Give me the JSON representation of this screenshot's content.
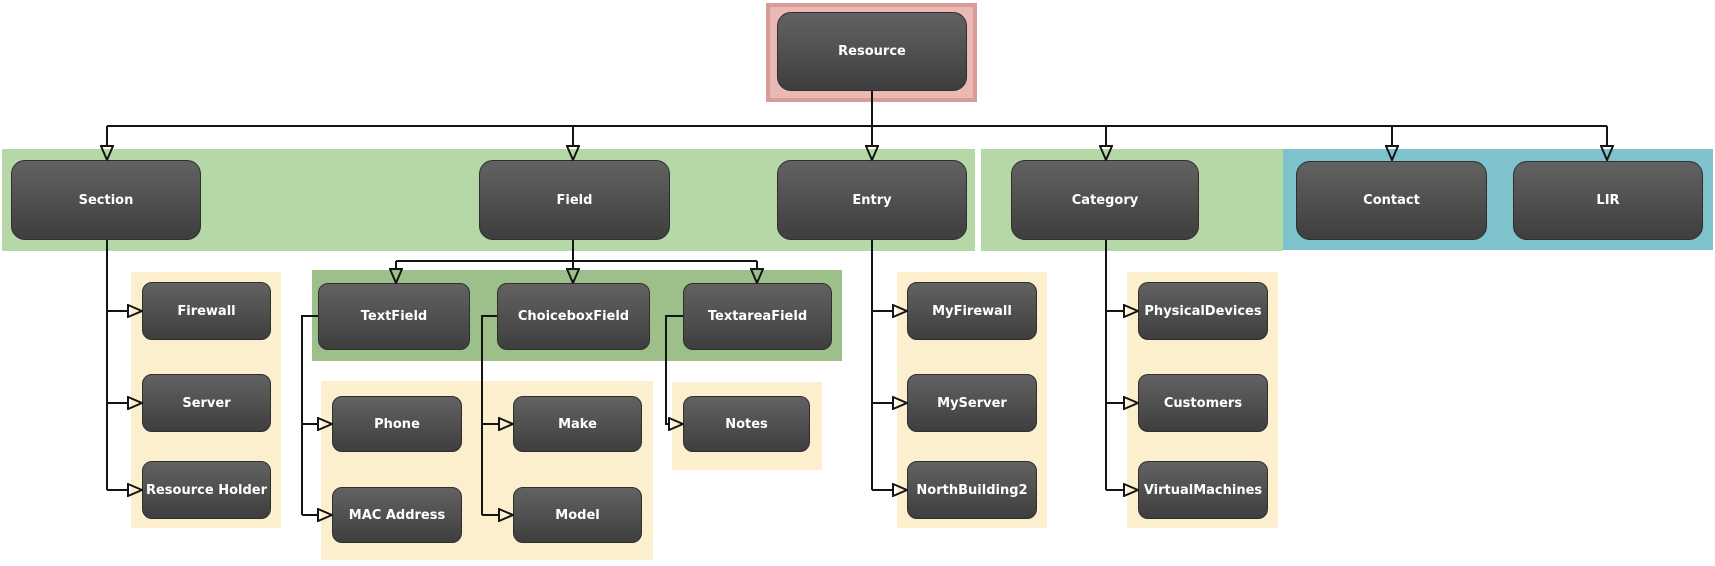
{
  "diagram": {
    "kind": "hierarchy-tree",
    "root": "Resource",
    "nodes": {
      "resource": {
        "label": "Resource"
      },
      "section": {
        "label": "Section"
      },
      "field": {
        "label": "Field"
      },
      "entry": {
        "label": "Entry"
      },
      "category": {
        "label": "Category"
      },
      "contact": {
        "label": "Contact"
      },
      "lir": {
        "label": "LIR"
      },
      "firewall": {
        "label": "Firewall"
      },
      "server": {
        "label": "Server"
      },
      "resource_holder": {
        "label": "Resource Holder"
      },
      "textfield": {
        "label": "TextField"
      },
      "choiceboxfield": {
        "label": "ChoiceboxField"
      },
      "textareafield": {
        "label": "TextareaField"
      },
      "phone": {
        "label": "Phone"
      },
      "mac_address": {
        "label": "MAC Address"
      },
      "make": {
        "label": "Make"
      },
      "model": {
        "label": "Model"
      },
      "notes": {
        "label": "Notes"
      },
      "myfirewall": {
        "label": "MyFirewall"
      },
      "myserver": {
        "label": "MyServer"
      },
      "northbuilding2": {
        "label": "NorthBuilding2"
      },
      "physicaldevices": {
        "label": "PhysicalDevices"
      },
      "customers": {
        "label": "Customers"
      },
      "virtualmachines": {
        "label": "VirtualMachines"
      }
    },
    "hierarchy": {
      "Resource": [
        "Section",
        "Field",
        "Entry",
        "Category",
        "Contact",
        "LIR"
      ],
      "Section": [
        "Firewall",
        "Server",
        "Resource Holder"
      ],
      "Field": [
        "TextField",
        "ChoiceboxField",
        "TextareaField"
      ],
      "TextField": [
        "Phone",
        "MAC Address"
      ],
      "ChoiceboxField": [
        "Make",
        "Model"
      ],
      "TextareaField": [
        "Notes"
      ],
      "Entry": [
        "MyFirewall",
        "MyServer",
        "NorthBuilding2"
      ],
      "Category": [
        "PhysicalDevices",
        "Customers",
        "VirtualMachines"
      ],
      "Contact": [],
      "LIR": []
    },
    "colors": {
      "root_highlight_fill": "#eab9b4",
      "root_highlight_border": "#d89b95",
      "level1_band_green": "#b5d8a6",
      "level1_band_blue": "#7ec2cb",
      "field_children_band_green": "#9dc08a",
      "children_panel_yellow": "#fcefcd",
      "node_fill_top": "#626262",
      "node_fill_bottom": "#3e3e3e",
      "node_text": "#ffffff",
      "connector": "#141414"
    }
  }
}
